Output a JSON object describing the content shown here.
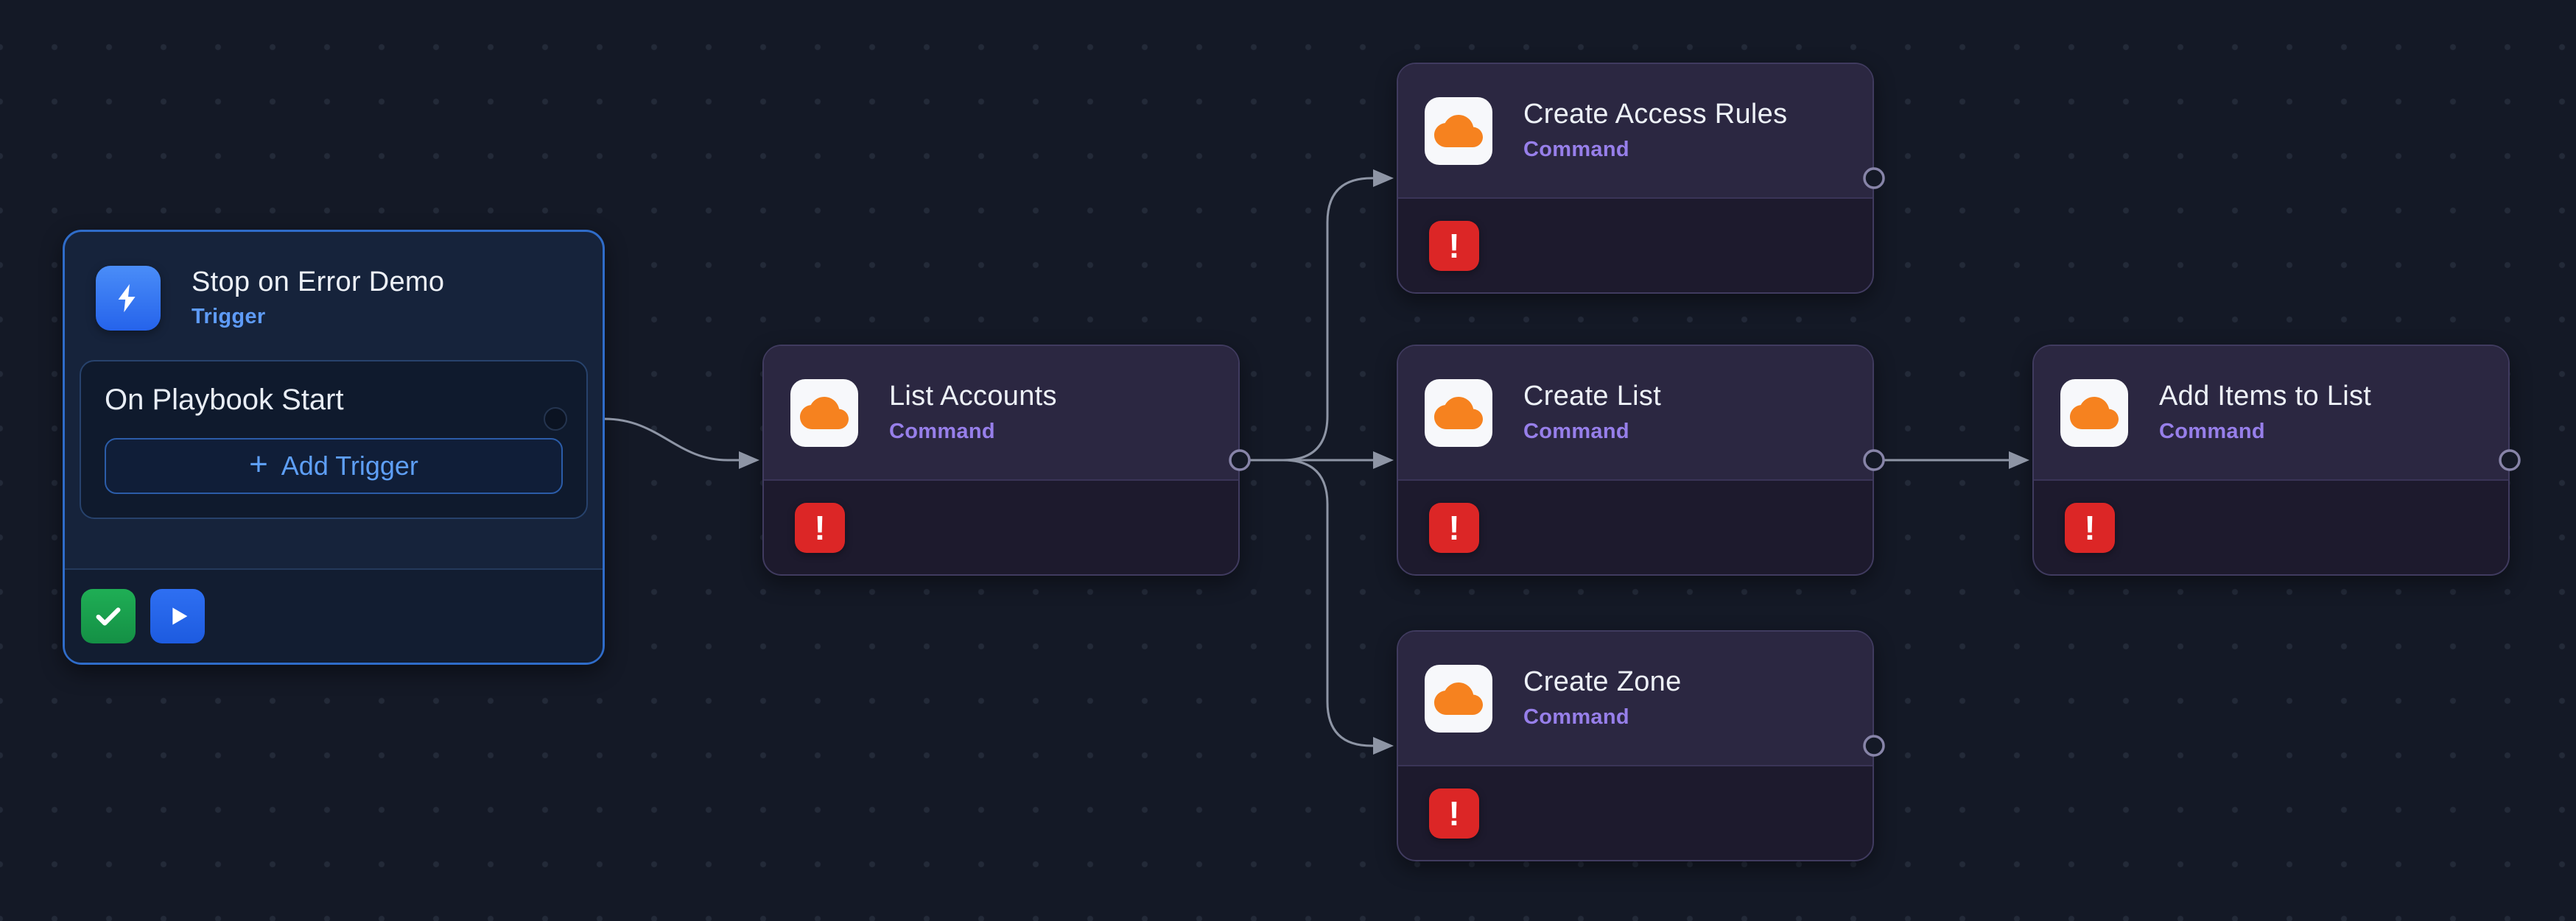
{
  "canvas": {
    "background": "#141926",
    "edge_color": "#8E95A5"
  },
  "colors": {
    "accent_blue": "#3B82F6",
    "command_purple": "#977FEA",
    "error_red": "#DC2626",
    "success_green": "#16A34A",
    "cloudflare_orange": "#F6821F"
  },
  "icons": {
    "trigger": "lightning-bolt-icon",
    "command_app": "cloudflare-icon",
    "enabled": "check-icon",
    "run": "play-icon",
    "error": "exclamation-icon",
    "add": "plus-icon"
  },
  "trigger_node": {
    "title": "Stop on Error Demo",
    "type_label": "Trigger",
    "event_label": "On Playbook Start",
    "add_trigger": {
      "plus": "+",
      "label": "Add Trigger"
    }
  },
  "shared": {
    "error_badge": "!"
  },
  "nodes": [
    {
      "title": "List Accounts",
      "type_label": "Command"
    },
    {
      "title": "Create Access Rules",
      "type_label": "Command"
    },
    {
      "title": "Create List",
      "type_label": "Command"
    },
    {
      "title": "Create Zone",
      "type_label": "Command"
    },
    {
      "title": "Add Items to List",
      "type_label": "Command"
    }
  ]
}
